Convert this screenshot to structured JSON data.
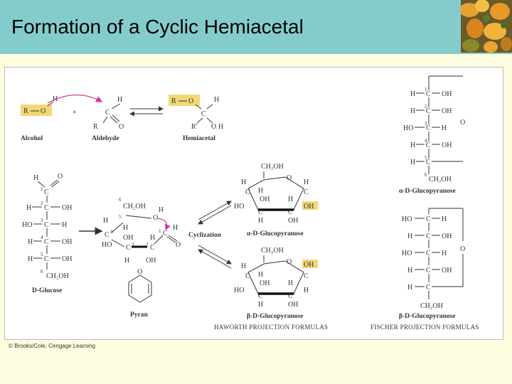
{
  "slide": {
    "title": "Formation of a Cyclic Hemiacetal",
    "credit": "© Brooks/Cole, Cengage Learning"
  },
  "colors": {
    "title_bar": "#84cccc",
    "background": "#fffde0",
    "highlight": "#f3d774",
    "arrow_magenta": "#d1379b"
  },
  "icons": {
    "corner_image": "flower-photo-icon"
  },
  "figure": {
    "reaction": {
      "R": "R",
      "O": "O",
      "H": "H",
      "C": "C",
      "R_prime": "R'",
      "plus": "+",
      "alcohol": "Alcohol",
      "aldehyde": "Aldehyde",
      "hemiacetal": "Hemiacetal"
    },
    "glucose_chain": {
      "H": "H",
      "C": "C",
      "O": "O",
      "OH": "OH",
      "HO": "HO",
      "n1": "1",
      "n2": "2",
      "n3": "3",
      "n4": "4",
      "n5": "5",
      "n6": "6",
      "CH2OH": "CH₂OH",
      "label": "D-Glucose"
    },
    "intermediate": {
      "CH2OH": "CH₂OH",
      "O": "O",
      "H": "H",
      "C": "C",
      "OH": "OH",
      "HO": "HO",
      "n1": "1",
      "n2": "2",
      "n3": "3",
      "n4": "4",
      "n5": "5",
      "n6": "6"
    },
    "pyran": {
      "O": "O",
      "label": "Pyran"
    },
    "cyclization": "Cyclization",
    "haworth": {
      "CH2OH": "CH₂OH",
      "O": "O",
      "H": "H",
      "C": "C",
      "OH": "OH",
      "HO": "HO",
      "alpha_label": "α-D-Glucopyranose",
      "beta_label": "β-D-Glucopyranose",
      "caption": "HAWORTH PROJECTION FORMULAS"
    },
    "fischer": {
      "H": "H",
      "C": "C",
      "O": "O",
      "OH": "OH",
      "HO": "HO",
      "CH2OH": "CH₂OH",
      "n1": "1",
      "n2": "2",
      "n3": "3",
      "n4": "4",
      "n5": "5",
      "n6": "6",
      "alpha_label": "α-D-Glucopyranose",
      "beta_label": "β-D-Glucopyranose",
      "caption": "FISCHER PROJECTION FORMULAS"
    }
  }
}
